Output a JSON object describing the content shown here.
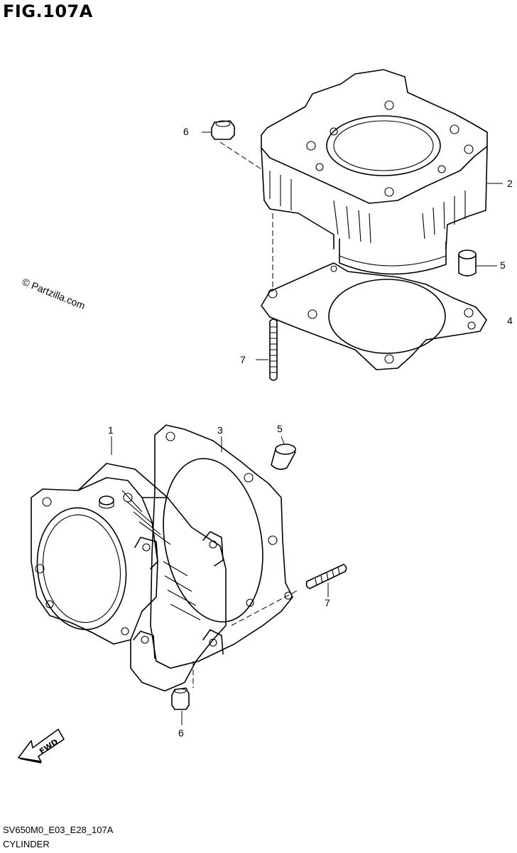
{
  "figure": {
    "title": "FIG.107A",
    "code": "SV650M0_E03_E28_107A",
    "caption": "CYLINDER",
    "watermark": "© Partzilla.com",
    "fwd_label": "FWD"
  },
  "callouts": {
    "upper_6": "6",
    "upper_2": "2",
    "upper_5": "5",
    "upper_4": "4",
    "upper_7": "7",
    "lower_1": "1",
    "lower_3": "3",
    "lower_5": "5",
    "lower_7": "7",
    "lower_6": "6"
  },
  "colors": {
    "line": "#000000",
    "background": "#ffffff"
  }
}
